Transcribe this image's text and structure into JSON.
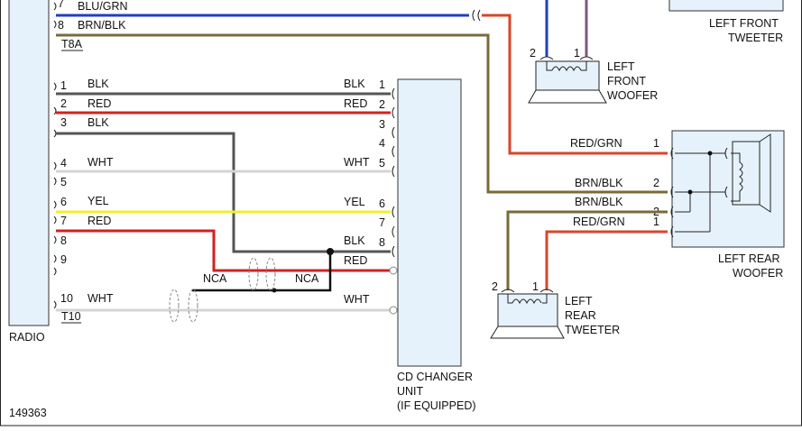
{
  "radio": {
    "label": "RADIO",
    "connector_top": "T8A",
    "connector_bottom": "T10",
    "top_pins": [
      {
        "pin": "7",
        "wire": "BLU/GRN"
      },
      {
        "pin": "8",
        "wire": "BRN/BLK"
      }
    ],
    "pins": [
      {
        "pin": "1",
        "wire": "BLK"
      },
      {
        "pin": "2",
        "wire": "RED"
      },
      {
        "pin": "3",
        "wire": "BLK"
      },
      {
        "pin": "4",
        "wire": "WHT"
      },
      {
        "pin": "5",
        "wire": ""
      },
      {
        "pin": "6",
        "wire": "YEL"
      },
      {
        "pin": "7",
        "wire": "RED"
      },
      {
        "pin": "8",
        "wire": ""
      },
      {
        "pin": "9",
        "wire": ""
      },
      {
        "pin": "10",
        "wire": "WHT"
      }
    ]
  },
  "cd_changer": {
    "label_lines": [
      "CD CHANGER",
      "UNIT",
      "(IF EQUIPPED)"
    ],
    "pins": [
      {
        "pin": "1",
        "wire": "BLK"
      },
      {
        "pin": "2",
        "wire": "RED"
      },
      {
        "pin": "3",
        "wire": ""
      },
      {
        "pin": "4",
        "wire": ""
      },
      {
        "pin": "5",
        "wire": "WHT"
      },
      {
        "pin": "6",
        "wire": "YEL"
      },
      {
        "pin": "7",
        "wire": ""
      },
      {
        "pin": "8",
        "wire": "BLK"
      }
    ],
    "extra_wires": [
      "RED",
      "WHT"
    ],
    "nca_labels": [
      "NCA",
      "NCA"
    ]
  },
  "left_front_tweeter": {
    "label_lines": [
      "LEFT FRONT",
      "TWEETER"
    ]
  },
  "left_front_woofer": {
    "label_lines": [
      "LEFT",
      "FRONT",
      "WOOFER"
    ],
    "pins": [
      "2",
      "1"
    ]
  },
  "left_rear_woofer": {
    "label_lines": [
      "LEFT REAR",
      "WOOFER"
    ],
    "pins": [
      {
        "pin": "1",
        "wire": "RED/GRN"
      },
      {
        "pin": "2",
        "wire": "BRN/BLK"
      },
      {
        "pin": "2",
        "wire": "BRN/BLK"
      },
      {
        "pin": "1",
        "wire": "RED/GRN"
      }
    ]
  },
  "left_rear_tweeter": {
    "label_lines": [
      "LEFT",
      "REAR",
      "TWEETER"
    ],
    "pins": [
      "2",
      "1"
    ]
  },
  "figure_id": "149363",
  "colors": {
    "blue": "#1f3fbf",
    "brown": "#7a6a3a",
    "red": "#d42020",
    "red_green": "#d8452a",
    "black": "#555555",
    "white": "#d4d4d4",
    "yellow": "#f2ee2a",
    "purple": "#7a5a7a",
    "box_fill": "#e6f2fb"
  }
}
